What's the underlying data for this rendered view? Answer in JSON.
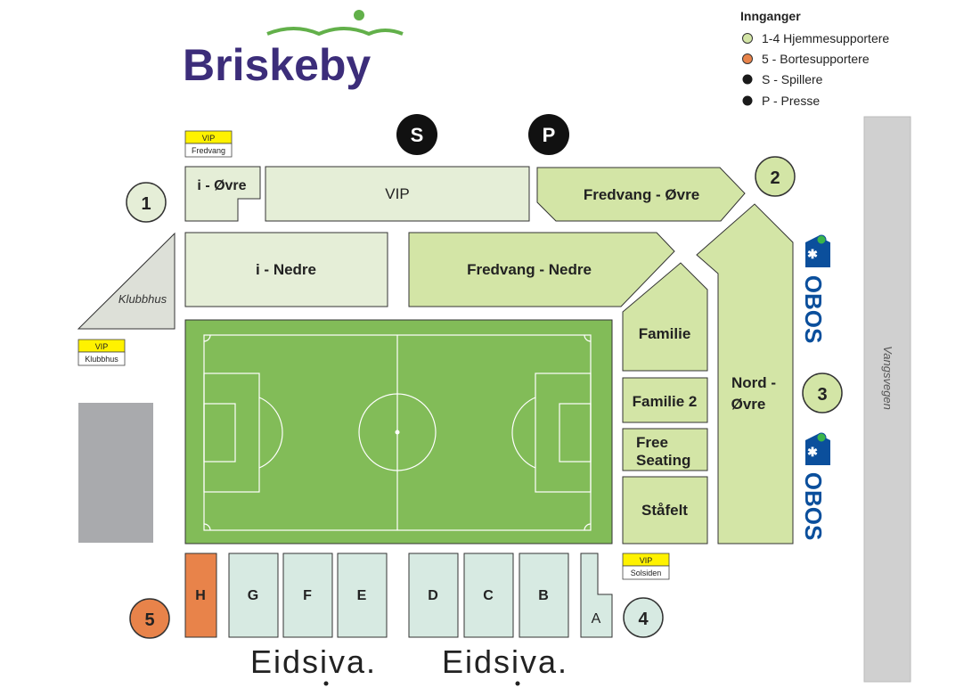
{
  "logo": {
    "text": "Briskeby"
  },
  "legend": {
    "title": "Innganger",
    "items": [
      {
        "label": "1-4 Hjemmesupportere",
        "color": "#d3e5a6"
      },
      {
        "label": "5 - Bortesupportere",
        "color": "#e8834a"
      },
      {
        "label": "S - Spillere",
        "color": "#1a1a1a"
      },
      {
        "label": "P - Presse",
        "color": "#1a1a1a"
      }
    ]
  },
  "markers": {
    "players": "S",
    "press": "P"
  },
  "entrances": {
    "e1": "1",
    "e2": "2",
    "e3": "3",
    "e4": "4",
    "e5": "5"
  },
  "vip": {
    "label": "VIP",
    "fredvang": "Fredvang",
    "klubbhus": "Klubbhus",
    "solsiden": "Solsiden"
  },
  "sections": {
    "i_ovre": "i - Øvre",
    "vip_main": "VIP",
    "fredvang_ovre": "Fredvang - Øvre",
    "i_nedre": "i - Nedre",
    "fredvang_nedre": "Fredvang - Nedre",
    "klubbhus": "Klubbhus",
    "familie": "Familie",
    "familie2": "Familie 2",
    "free_seating_1": "Free",
    "free_seating_2": "Seating",
    "stafelt": "Ståfelt",
    "nord_ovre_1": "Nord -",
    "nord_ovre_2": "Øvre",
    "h": "H",
    "g": "G",
    "f": "F",
    "e": "E",
    "d": "D",
    "c": "C",
    "b": "B",
    "a": "A"
  },
  "sponsors": {
    "obos": "OBOS",
    "eidsiva": "Eidsiva."
  },
  "road": {
    "name": "Vangsvegen"
  },
  "colors": {
    "light_section": "#e5eed7",
    "green_section": "#d3e5a6",
    "stand_blue": "#d7eae2",
    "away": "#e8834a",
    "pitch": "#82bc58",
    "obos_blue": "#0b4f9c",
    "logo_purple": "#3c2d7a",
    "logo_green": "#62b04a"
  }
}
